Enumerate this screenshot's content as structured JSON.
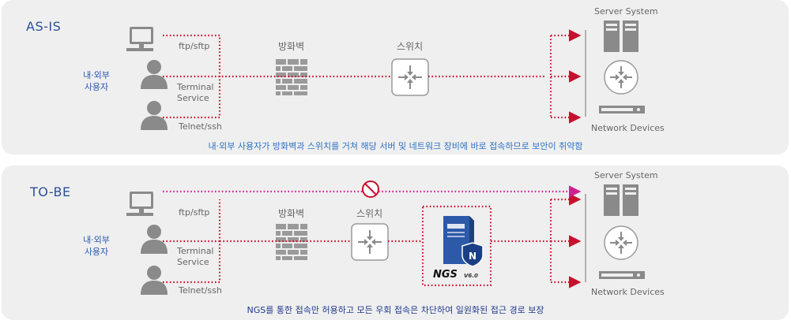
{
  "asis": {
    "title": "AS-IS",
    "users_label_line1": "내·외부",
    "users_label_line2": "사용자",
    "ftp_label": "ftp/sftp",
    "terminal_line1": "Terminal",
    "terminal_line2": "Service",
    "telnet_label": "Telnet/ssh",
    "firewall_label": "방화벽",
    "switch_label": "스위치",
    "server_system_label": "Server System",
    "network_devices_label": "Network Devices",
    "caption": "내·외부 사용자가 방화벽과 스위치를 거쳐 해당 서버 및 네트워크 장비에 바로 접속하므로 보안이 취약함"
  },
  "tobe": {
    "title": "TO-BE",
    "users_label_line1": "내·외부",
    "users_label_line2": "사용자",
    "ftp_label": "ftp/sftp",
    "terminal_line1": "Terminal",
    "terminal_line2": "Service",
    "telnet_label": "Telnet/ssh",
    "firewall_label": "방화벽",
    "switch_label": "스위치",
    "ngs_logo": "NGS",
    "ngs_version": "V6.0",
    "server_system_label": "Server System",
    "network_devices_label": "Network Devices",
    "caption": "NGS를 통한 접속만 허용하고 모든 우회 접속은 차단하여 일원화된 접근 경로 보장"
  },
  "colors": {
    "panel_bg": "#efefef",
    "dotted_red": "#c8102e",
    "dotted_magenta": "#d11f8f",
    "icon_gray": "#8a8a8a",
    "title_blue": "#2b4f9c",
    "caption_blue": "#2b72c4",
    "caption_navy": "#1f3a8a"
  }
}
